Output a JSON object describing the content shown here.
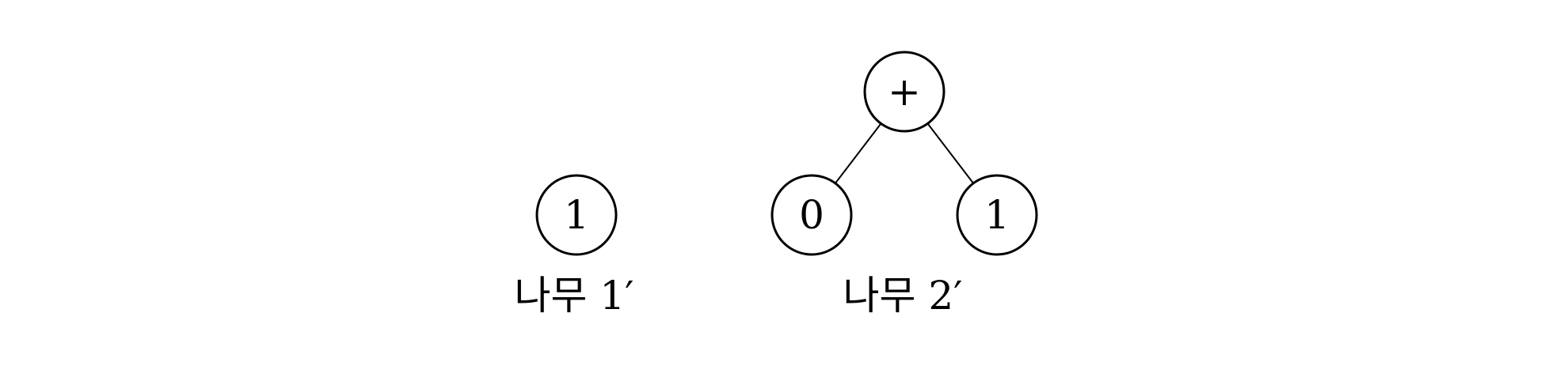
{
  "trees": [
    {
      "caption": "나무 1′",
      "nodes": [
        {
          "label": "1"
        }
      ]
    },
    {
      "caption": "나무 2′",
      "nodes": [
        {
          "label": "+"
        },
        {
          "label": "0"
        },
        {
          "label": "1"
        }
      ],
      "edges": [
        [
          0,
          1
        ],
        [
          0,
          2
        ]
      ]
    }
  ]
}
